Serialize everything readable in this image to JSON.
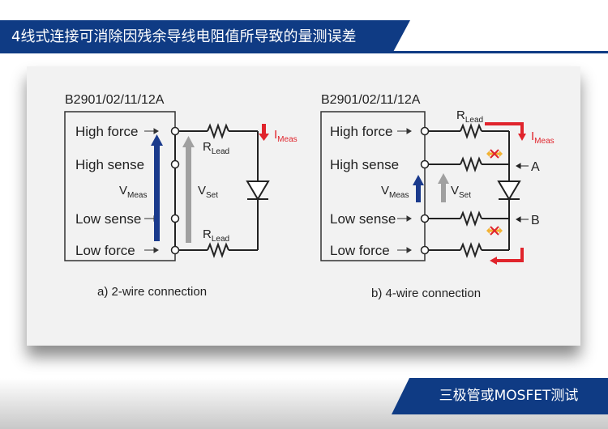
{
  "header": {
    "title": "4线式连接可消除因残余导线电阻值所导致的量测误差"
  },
  "footer": {
    "tag": "三极管或MOSFET测试"
  },
  "diagram_a": {
    "model": "B2901/02/11/12A",
    "terminals": [
      "High force",
      "High sense",
      "Low sense",
      "Low force"
    ],
    "v_meas": "V",
    "v_meas_sub": "Meas",
    "v_set": "V",
    "v_set_sub": "Set",
    "i_meas": "I",
    "i_meas_sub": "Meas",
    "r_lead": "R",
    "r_lead_sub": "Lead",
    "caption": "a) 2-wire connection"
  },
  "diagram_b": {
    "model": "B2901/02/11/12A",
    "terminals": [
      "High force",
      "High sense",
      "Low sense",
      "Low force"
    ],
    "v_meas": "V",
    "v_meas_sub": "Meas",
    "v_set": "V",
    "v_set_sub": "Set",
    "i_meas": "I",
    "i_meas_sub": "Meas",
    "r_lead": "R",
    "r_lead_sub": "Lead",
    "node_a": "A",
    "node_b": "B",
    "caption": "b) 4-wire connection"
  },
  "colors": {
    "brand": "#0f3b84",
    "meas_arrow": "#1a3a8c",
    "set_arrow": "#a0a0a0",
    "current": "#e0242c",
    "blocked": "#f2b233"
  }
}
